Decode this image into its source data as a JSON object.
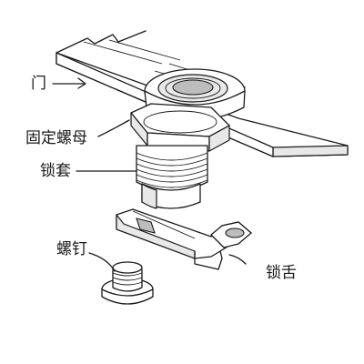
{
  "labels": {
    "door": "门",
    "fixing_nut": "固定螺母",
    "lock_sleeve": "锁套",
    "screw": "螺钉",
    "lock_tongue": "锁舌"
  }
}
